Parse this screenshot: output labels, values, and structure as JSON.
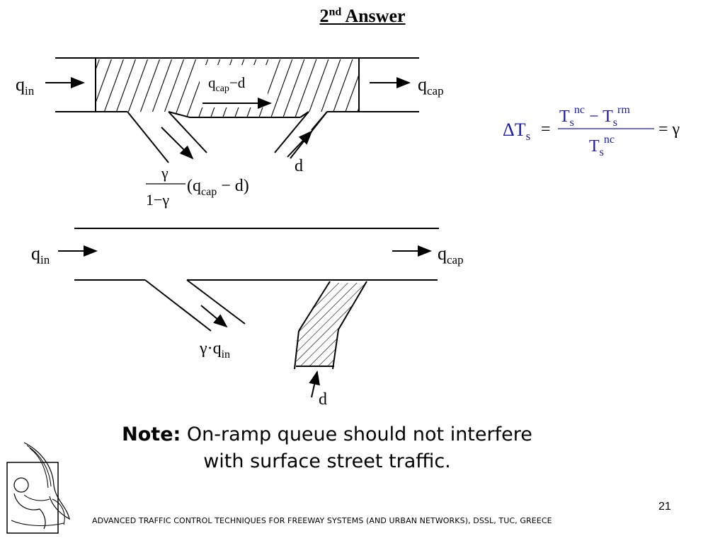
{
  "slide": {
    "title_main": "2",
    "title_sup": "nd",
    "title_rest": " Answer",
    "page_number": "21",
    "footer": "ADVANCED TRAFFIC CONTROL TECHNIQUES FOR FREEWAY SYSTEMS (AND URBAN NETWORKS), DSSL, TUC, GREECE"
  },
  "diagram_top": {
    "q_in": "q",
    "q_in_sub": "in",
    "q_cap_out": "q",
    "q_cap_out_sub": "cap",
    "mid_flow_q": "q",
    "mid_flow_sub": "cap",
    "mid_flow_rest": "−d",
    "onramp_d": "d",
    "offramp_frac_num": "γ",
    "offramp_frac_den": "1−γ",
    "offramp_paren_open": "(q",
    "offramp_paren_sub": "cap",
    "offramp_paren_rest": " − d)"
  },
  "diagram_bottom": {
    "q_in": "q",
    "q_in_sub": "in",
    "q_cap_out": "q",
    "q_cap_out_sub": "cap",
    "offramp_label_gamma": "γ·q",
    "offramp_label_sub": "in",
    "onramp_d": "d"
  },
  "formula": {
    "lhs": "ΔT",
    "lhs_sub": "s",
    "equals": "=",
    "num_T1": "T",
    "num_T1_sub": "s",
    "num_T1_sup": "nc",
    "num_minus": "− T",
    "num_T2_sub": "s",
    "num_T2_sup": "rm",
    "den_T": "T",
    "den_sub": "s",
    "den_sup": "nc",
    "rhs": "= γ",
    "color": "#1a1aa6"
  },
  "note": {
    "label": "Note:",
    "text_line1": " On-ramp queue should not interfere",
    "text_line2": "with surface street traffic."
  }
}
